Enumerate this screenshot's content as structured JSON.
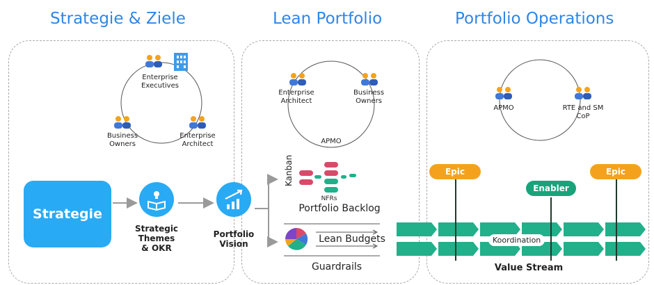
{
  "headings": {
    "strategie": "Strategie & Ziele",
    "lean": "Lean Portfolio",
    "ops": "Portfolio Operations"
  },
  "left": {
    "executives": [
      "Enterprise",
      "Executives"
    ],
    "business_owners": [
      "Business",
      "Owners"
    ],
    "architect": [
      "Enterprise",
      "Architect"
    ],
    "strategie_box": "Strategie",
    "themes": [
      "Strategic",
      "Themes",
      "& OKR"
    ],
    "vision": [
      "Portfolio",
      "Vision"
    ]
  },
  "middle": {
    "architect": [
      "Enterprise",
      "Architect"
    ],
    "business_owners": [
      "Business",
      "Owners"
    ],
    "apmo": "APMO",
    "kanban": "Kanban",
    "nfrs": "NFRs",
    "backlog": "Portfolio Backlog",
    "lean_budgets": "Lean Budgets",
    "guardrails": "Guardrails"
  },
  "right": {
    "apmo": "APMO",
    "rte": [
      "RTE and SM",
      "CoP"
    ],
    "epic1": "Epic",
    "enabler": "Enabler",
    "epic2": "Epic",
    "koordination": "Koordination",
    "value_stream": "Value Stream"
  },
  "colors": {
    "heading_blue": "#2e86e8",
    "strategie_blue": "#29aaf4",
    "epic_orange": "#f4a21e",
    "enabler_green": "#1aa37a",
    "arrow_green": "#21b08a",
    "kanban_red": "#d94a6a",
    "kanban_teal": "#21b08a"
  },
  "icons": [
    "people-group-icon",
    "office-building-icon",
    "lightbulb-book-icon",
    "growth-chart-icon",
    "pie-chart-icon"
  ]
}
